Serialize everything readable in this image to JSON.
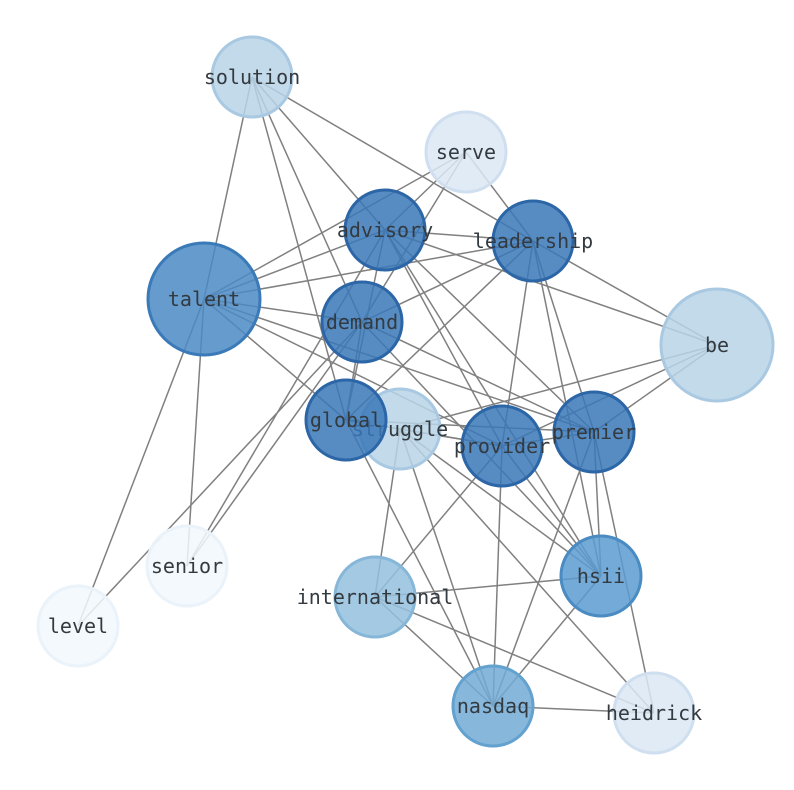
{
  "graph": {
    "nodes": [
      {
        "id": "solution",
        "label": "solution",
        "fill": "#b8d4e8",
        "stroke": "#a9c9e2",
        "size": "medium"
      },
      {
        "id": "serve",
        "label": "serve",
        "fill": "#dce8f5",
        "stroke": "#cfdfef",
        "size": "medium"
      },
      {
        "id": "advisory",
        "label": "advisory",
        "fill": "#3a78b9",
        "stroke": "#2c66a6",
        "size": "medium"
      },
      {
        "id": "leadership",
        "label": "leadership",
        "fill": "#3a78b9",
        "stroke": "#2c66a6",
        "size": "medium"
      },
      {
        "id": "talent",
        "label": "talent",
        "fill": "#4b8ac4",
        "stroke": "#3b7ab8",
        "size": "large"
      },
      {
        "id": "demand",
        "label": "demand",
        "fill": "#3a78b9",
        "stroke": "#2c66a6",
        "size": "medium"
      },
      {
        "id": "be",
        "label": "be",
        "fill": "#b8d4e8",
        "stroke": "#a9c9e2",
        "size": "large"
      },
      {
        "id": "struggle",
        "label": "struggle",
        "fill": "#b8d4e8",
        "stroke": "#a9c9e2",
        "size": "medium"
      },
      {
        "id": "global",
        "label": "global",
        "fill": "#3a78b9",
        "stroke": "#2c66a6",
        "size": "medium"
      },
      {
        "id": "provider",
        "label": "provider",
        "fill": "#3a78b9",
        "stroke": "#2c66a6",
        "size": "medium"
      },
      {
        "id": "premier",
        "label": "premier",
        "fill": "#3a78b9",
        "stroke": "#2c66a6",
        "size": "medium"
      },
      {
        "id": "hsii",
        "label": "hsii",
        "fill": "#5a9bd0",
        "stroke": "#4a8bc2",
        "size": "medium"
      },
      {
        "id": "senior",
        "label": "senior",
        "fill": "#f2f8fd",
        "stroke": "#eaf2fa",
        "size": "medium"
      },
      {
        "id": "international",
        "label": "international",
        "fill": "#94c1de",
        "stroke": "#86b7d8",
        "size": "medium"
      },
      {
        "id": "level",
        "label": "level",
        "fill": "#f2f8fd",
        "stroke": "#eaf2fa",
        "size": "medium"
      },
      {
        "id": "nasdaq",
        "label": "nasdaq",
        "fill": "#72acd6",
        "stroke": "#63a1cf",
        "size": "medium"
      },
      {
        "id": "heidrick",
        "label": "heidrick",
        "fill": "#dce8f5",
        "stroke": "#cfdfef",
        "size": "medium"
      }
    ],
    "edges": [
      [
        "solution",
        "advisory"
      ],
      [
        "solution",
        "leadership"
      ],
      [
        "solution",
        "talent"
      ],
      [
        "solution",
        "demand"
      ],
      [
        "solution",
        "global"
      ],
      [
        "serve",
        "advisory"
      ],
      [
        "serve",
        "leadership"
      ],
      [
        "serve",
        "talent"
      ],
      [
        "serve",
        "demand"
      ],
      [
        "advisory",
        "leadership"
      ],
      [
        "advisory",
        "talent"
      ],
      [
        "advisory",
        "global"
      ],
      [
        "advisory",
        "be"
      ],
      [
        "advisory",
        "provider"
      ],
      [
        "advisory",
        "premier"
      ],
      [
        "advisory",
        "senior"
      ],
      [
        "advisory",
        "hsii"
      ],
      [
        "leadership",
        "talent"
      ],
      [
        "leadership",
        "demand"
      ],
      [
        "leadership",
        "be"
      ],
      [
        "leadership",
        "global"
      ],
      [
        "leadership",
        "provider"
      ],
      [
        "leadership",
        "premier"
      ],
      [
        "leadership",
        "hsii"
      ],
      [
        "talent",
        "demand"
      ],
      [
        "talent",
        "global"
      ],
      [
        "talent",
        "provider"
      ],
      [
        "talent",
        "premier"
      ],
      [
        "talent",
        "senior"
      ],
      [
        "talent",
        "level"
      ],
      [
        "demand",
        "global"
      ],
      [
        "demand",
        "premier"
      ],
      [
        "demand",
        "senior"
      ],
      [
        "demand",
        "level"
      ],
      [
        "demand",
        "hsii"
      ],
      [
        "be",
        "struggle"
      ],
      [
        "be",
        "premier"
      ],
      [
        "be",
        "provider"
      ],
      [
        "struggle",
        "provider"
      ],
      [
        "struggle",
        "hsii"
      ],
      [
        "struggle",
        "international"
      ],
      [
        "struggle",
        "nasdaq"
      ],
      [
        "struggle",
        "heidrick"
      ],
      [
        "global",
        "struggle"
      ],
      [
        "global",
        "provider"
      ],
      [
        "global",
        "premier"
      ],
      [
        "global",
        "nasdaq"
      ],
      [
        "provider",
        "premier"
      ],
      [
        "provider",
        "international"
      ],
      [
        "provider",
        "nasdaq"
      ],
      [
        "provider",
        "hsii"
      ],
      [
        "premier",
        "hsii"
      ],
      [
        "premier",
        "heidrick"
      ],
      [
        "premier",
        "nasdaq"
      ],
      [
        "hsii",
        "international"
      ],
      [
        "hsii",
        "nasdaq"
      ],
      [
        "international",
        "nasdaq"
      ],
      [
        "international",
        "heidrick"
      ],
      [
        "nasdaq",
        "heidrick"
      ]
    ]
  }
}
